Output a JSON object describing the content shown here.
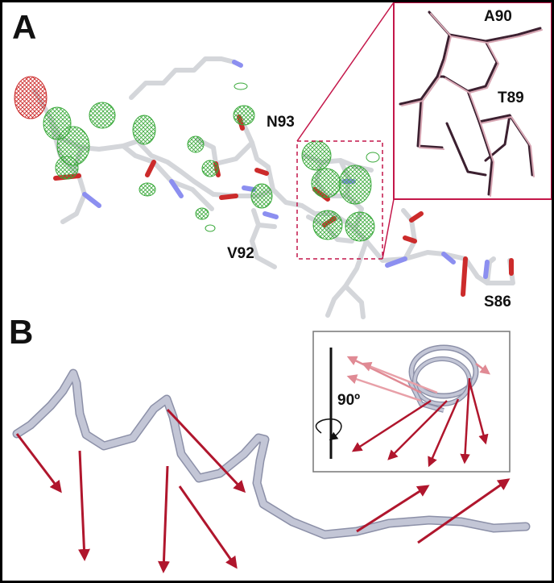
{
  "panels": {
    "a": {
      "letter": "A"
    },
    "b": {
      "letter": "B"
    }
  },
  "residue_labels": {
    "n93": "N93",
    "v92": "V92",
    "s86": "S86",
    "a90": "A90",
    "t89": "T89"
  },
  "inset_b": {
    "rotation_label": "90º"
  },
  "colors": {
    "backbone": "#d4d6da",
    "oxygen": "#cc2b2b",
    "nitrogen": "#8c8ff0",
    "density_mesh": "#39a93a",
    "negative_density": "#cc2a2a",
    "vector_arrow": "#b0162d",
    "highlight_box": "#c4174a",
    "tube": "#c3c6d6"
  }
}
